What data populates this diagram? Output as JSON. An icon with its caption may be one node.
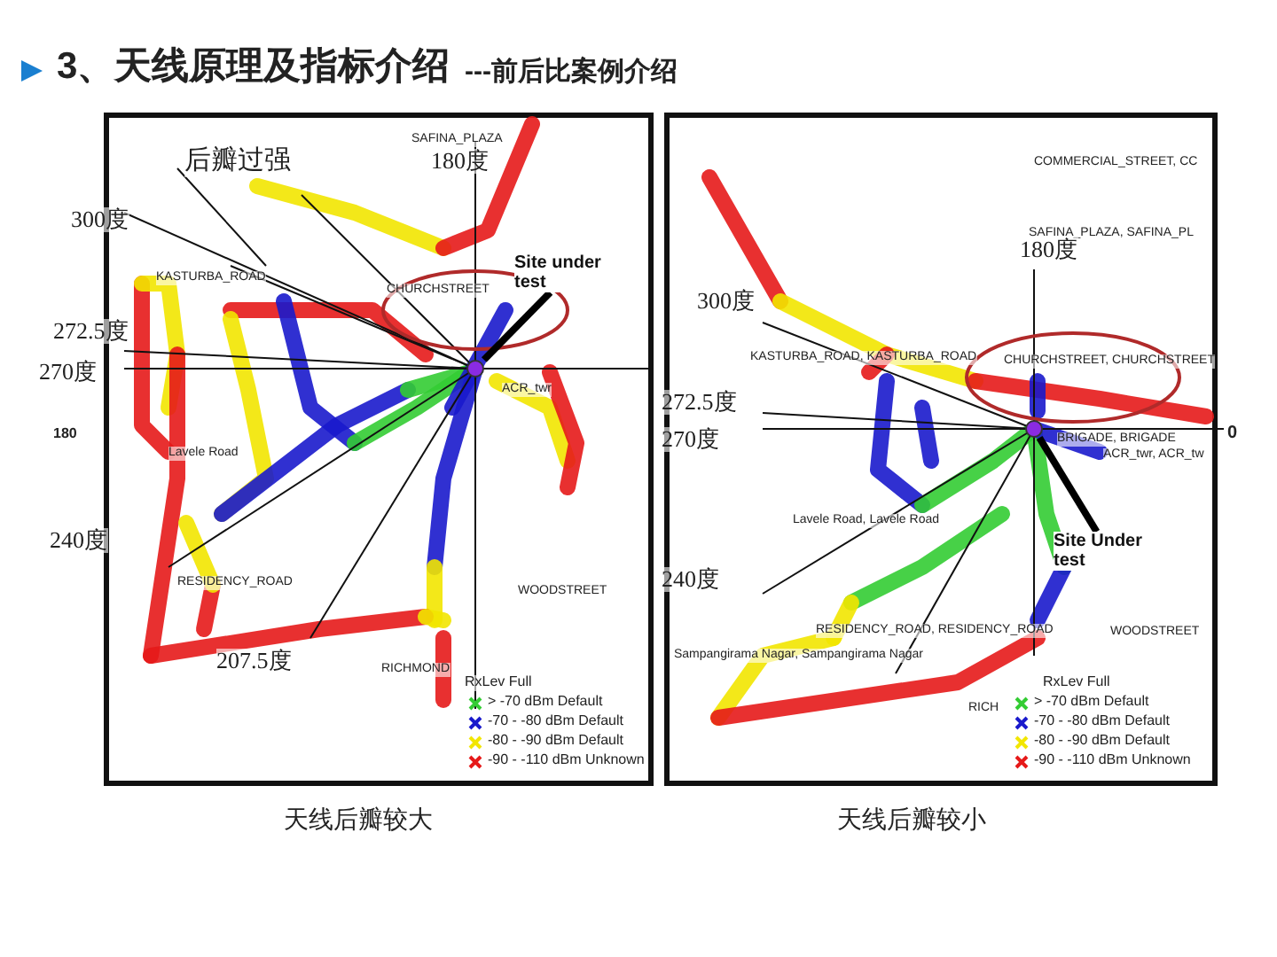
{
  "diagram": {
    "title": "3、天线原理及指标介绍",
    "nodes": [
      {
        "text": [
          "Site under test"
        ]
      },
      {
        "text": [],
        "shape": "circle"
      },
      {
        "text": [
          "Site Under test"
        ]
      },
      {
        "text": [],
        "shape": "circle"
      }
    ],
    "edges": [
      {
        "from": 0,
        "to": 1,
        "arrow": "none"
      },
      {
        "from": 2,
        "to": 3,
        "arrow": "none"
      }
    ],
    "labels": [
      "---前后比案例介绍",
      "后瓣过强",
      "180度",
      "SAFINA_PLAZA",
      "300度",
      "KASTURBA_ROAD",
      "CHURCHSTREET",
      "272.5度",
      "270度",
      "ACR_twr",
      "180",
      "Lavele Road",
      "240度",
      "RESIDENCY_ROAD",
      "WOODSTREET",
      "207.5度",
      "RICHMOND",
      "RxLev Full",
      "COMMERCIAL_STREET, CC",
      "SAFINA_PLAZA, SAFINA_PL",
      "180度",
      "300度",
      "KASTURBA_ROAD, KASTURBA_ROAD",
      "CHURCHSTREET, CHURCHSTREET",
      "272.5度",
      "270度",
      "BRIGADE, BRIGADE",
      "ACR_twr, ACR_tw",
      "0",
      "Lavele Road, Lavele Road",
      "240度",
      "RESIDENCY_ROAD, RESIDENCY_ROAD",
      "WOODSTREET",
      "Sampangirama Nagar, Sampangirama Nagar",
      "RICH",
      "RxLev Full",
      "天线后瓣较大",
      "天线后瓣较小"
    ],
    "legend": [
      {
        "text": "> -70 dBm Default",
        "color": "#33cc33"
      },
      {
        "text": "-70 - -80 dBm Default",
        "color": "#1a1acc"
      },
      {
        "text": "-80 - -90 dBm Default",
        "color": "#f2e600"
      },
      {
        "text": "-90 - -110 dBm Unknown",
        "color": "#e61919"
      },
      {
        "text": "> -70 dBm Default",
        "color": "#33cc33"
      },
      {
        "text": "-70 - -80 dBm Default",
        "color": "#1a1acc"
      },
      {
        "text": "-80 - -90 dBm Default",
        "color": "#f2e600"
      },
      {
        "text": "-90 - -110 dBm Unknown",
        "color": "#e61919"
      }
    ]
  }
}
